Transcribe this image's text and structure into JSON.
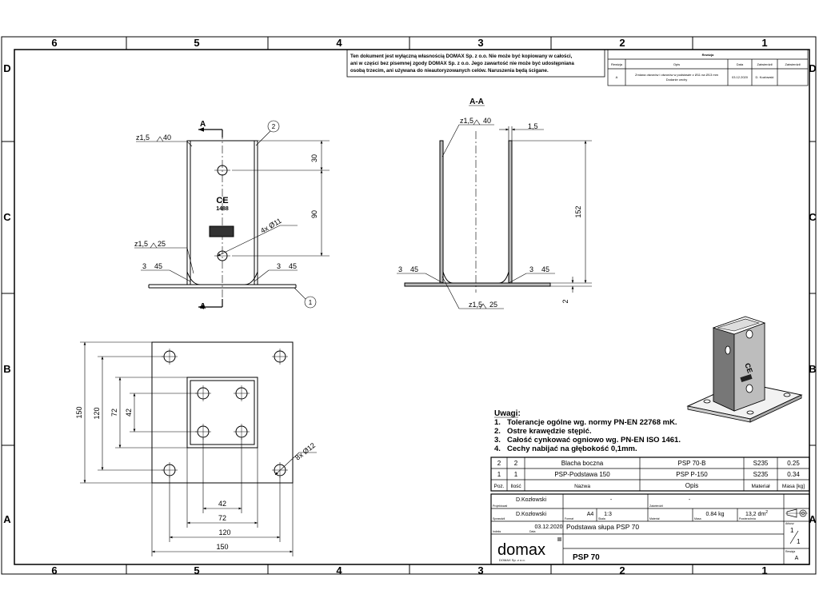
{
  "border": {
    "cols_top": [
      "6",
      "5",
      "4",
      "3",
      "2",
      "1"
    ],
    "cols_bottom": [
      "6",
      "5",
      "4",
      "3",
      "2",
      "1"
    ],
    "rows_left": [
      "D",
      "C",
      "B",
      "A"
    ],
    "rows_right": [
      "D",
      "C",
      "B",
      "A"
    ]
  },
  "notice": {
    "lines": [
      "Ten dokument jest wyłączną własnością DOMAX Sp. z o.o. Nie może być kopiowany w całości,",
      "ani w części bez pisemnej zgody DOMAX Sp. z o.o. Jego zawartość nie może być udostępniana",
      "osobą trzecim, ani używana do nieautoryzowanych celów. Naruszenia będą ścigane."
    ]
  },
  "revision": {
    "title": "Rewizja",
    "headers": [
      "Rewizja",
      "Opis",
      "Data",
      "Zatwierdził",
      "Zatwierdził"
    ],
    "row": {
      "rev": "A",
      "desc_line1": "Zmiana otworów i otworów w podstawie z Ø11 na Ø13 mm",
      "desc_line2": "Dodanie cechy",
      "date": "03.12.2020",
      "by": "D. Kozłowski",
      "approved": ""
    }
  },
  "front_view": {
    "section_marker": "A",
    "weld_top": "z1,5",
    "weld_top_size": "40",
    "weld_mid": "z1,5",
    "weld_mid_size": "25",
    "weld_left": "3",
    "weld_left_size": "45",
    "weld_right": "3",
    "weld_right_size": "45",
    "balloon_side": "2",
    "balloon_base": "1",
    "dim_30": "30",
    "dim_90": "90",
    "holes_label": "4x Ø11",
    "ce_mark": "CE",
    "ce_number": "1488"
  },
  "section_view": {
    "title": "A-A",
    "weld_top": "z1,5",
    "weld_top_size": "40",
    "thickness": "1,5",
    "height": "152",
    "base_thickness": "2",
    "weld_left": "3",
    "weld_left_size": "45",
    "weld_right": "3",
    "weld_right_size": "45",
    "weld_bottom": "z1,5",
    "weld_bottom_size": "25"
  },
  "top_view": {
    "dim_150_v": "150",
    "dim_120_v": "120",
    "dim_72_v": "72",
    "dim_42_v": "42",
    "dim_42_h": "42",
    "dim_72_h": "72",
    "dim_120_h": "120",
    "dim_150_h": "150",
    "holes_label": "8x Ø12"
  },
  "iso_view": {
    "ce_mark": "CE"
  },
  "notes": {
    "title": "Uwagi:",
    "items": [
      {
        "n": "1.",
        "text": "Tolerancje ogólne wg. normy PN-EN 22768 mK."
      },
      {
        "n": "2.",
        "text": "Ostre krawędzie stępić."
      },
      {
        "n": "3.",
        "text": "Całość cynkować ogniowo wg. PN-EN ISO 1461."
      },
      {
        "n": "4.",
        "text": "Cechy nabijać na głębokość 0,1mm."
      }
    ]
  },
  "bom": {
    "rows": [
      {
        "poz": "2",
        "qty": "2",
        "name": "Blacha boczna",
        "desc": "PSP 70-B",
        "mat": "S235",
        "mass": "0.25"
      },
      {
        "poz": "1",
        "qty": "1",
        "name": "PSP-Podstawa 150",
        "desc": "PSP P-150",
        "mat": "S235",
        "mass": "0.34"
      }
    ],
    "headers": {
      "poz": "Poz.",
      "qty": "Ilość",
      "name": "Nazwa",
      "desc": "Opis",
      "mat": "Materiał",
      "mass": "Masa [kg]"
    }
  },
  "title_block": {
    "designer": "D.Kozłowski",
    "designer_label": "Projektował",
    "checker": "D.Kozłowski",
    "checker_label": "Sprawdził",
    "dash1": "-",
    "dash2": "-",
    "approved_label": "Zatwierdził",
    "format": "A4",
    "format_label": "Format",
    "scale": "1:3",
    "scale_label": "Skala",
    "mass": "0.84 kg",
    "mass_label": "Masa",
    "area": "13,2 dm",
    "area_sup": "2",
    "area_label": "Powierzchnia",
    "material_label": "Materiał",
    "sheet_label": "Arkusz",
    "sheet_num": "1",
    "sheet_total": "1",
    "date": "03.12.2020",
    "date_label": "Data",
    "index_label": "Indeks",
    "title": "Podstawa słupa PSP 70",
    "drawing_no": "PSP 70",
    "rev_label": "Rewizja",
    "rev": "A",
    "logo": "domax",
    "logo_sub": "DOMAX Sp. z o.o."
  }
}
